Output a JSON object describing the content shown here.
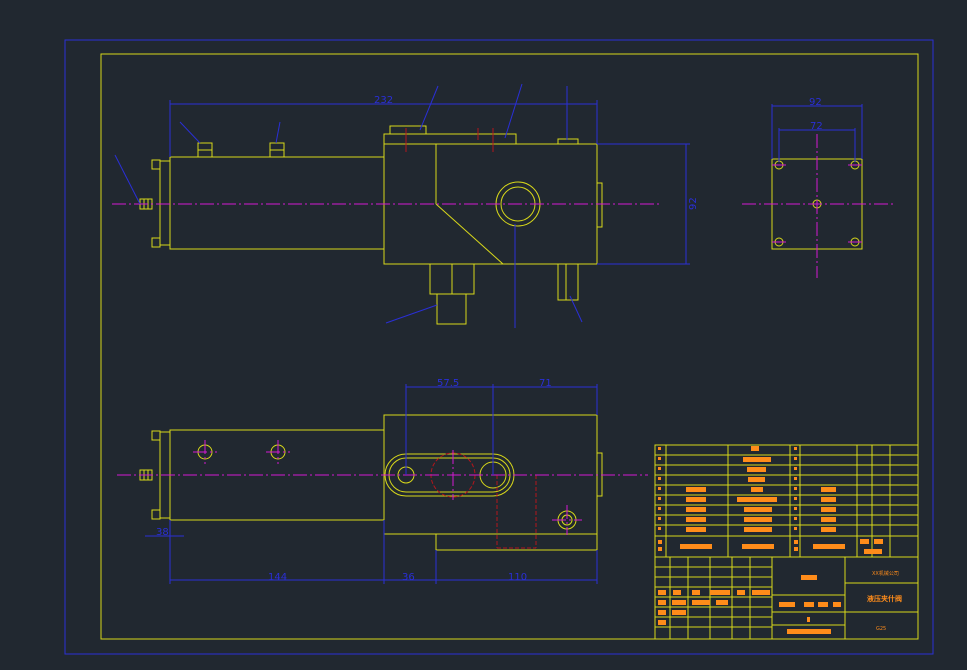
{
  "drawing": {
    "title": "液压夹什阀",
    "company": "XX机械公司",
    "number": "G25",
    "colors": {
      "background": "#212830",
      "outline": "#d8d81a",
      "frame": "#2a2fd6",
      "center": "#d21ad2",
      "hidden": "#b3161c",
      "text": "#ff8c1a"
    }
  },
  "dimensions": {
    "top_length": "232",
    "height": "92",
    "side_width_outer": "92",
    "side_width_inner": "72",
    "bottom_spacing_1": "57.5",
    "bottom_spacing_2": "71",
    "bottom_len_1": "144",
    "bottom_len_2": "36",
    "bottom_len_3": "110",
    "bottom_left": "38"
  }
}
